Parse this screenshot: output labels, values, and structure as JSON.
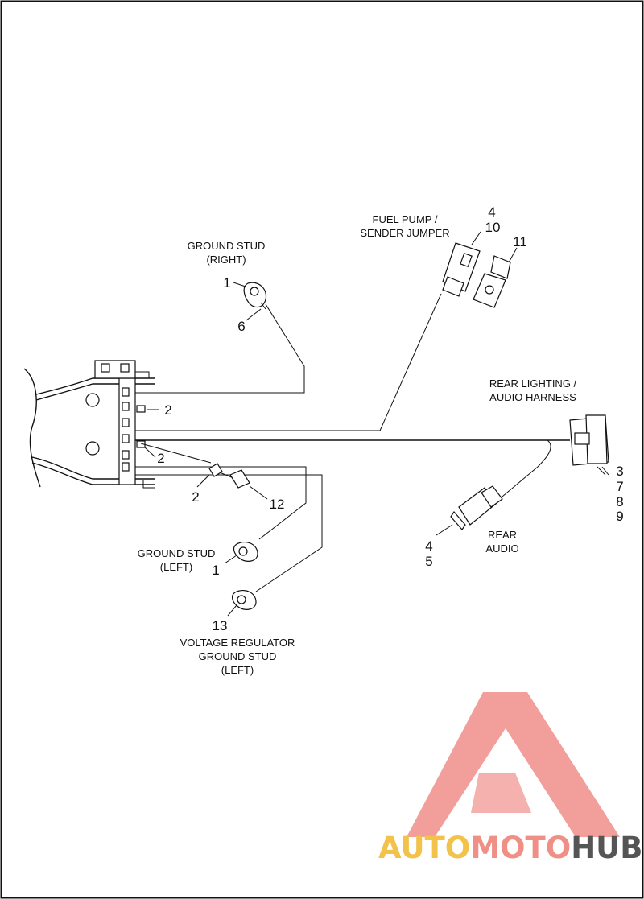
{
  "labels": {
    "ground_stud_right": [
      "GROUND STUD",
      "(RIGHT)"
    ],
    "fuel_pump": [
      "FUEL PUMP /",
      "SENDER JUMPER"
    ],
    "rear_lighting": [
      "REAR LIGHTING /",
      "AUDIO HARNESS"
    ],
    "rear_audio": [
      "REAR",
      "AUDIO"
    ],
    "ground_stud_left": [
      "GROUND STUD",
      "(LEFT)"
    ],
    "voltage_regulator": [
      "VOLTAGE REGULATOR",
      "GROUND STUD",
      "(LEFT)"
    ]
  },
  "callouts": {
    "c1_right": "1",
    "c6": "6",
    "c4_fuel": "4",
    "c10": "10",
    "c11": "11",
    "c2_a": "2",
    "c2_b": "2",
    "c2_c": "2",
    "c12": "12",
    "c3": "3",
    "c7": "7",
    "c8": "8",
    "c9": "9",
    "c4_audio": "4",
    "c5": "5",
    "c1_left": "1",
    "c13": "13"
  },
  "watermark": {
    "text_auto": "AUTO",
    "text_moto": "MOTO",
    "text_hub": "HUB",
    "color_auto": "#f2c24a",
    "color_moto": "#ef8f86",
    "color_hub": "#555555",
    "triangle_color": "#ee7d78"
  }
}
